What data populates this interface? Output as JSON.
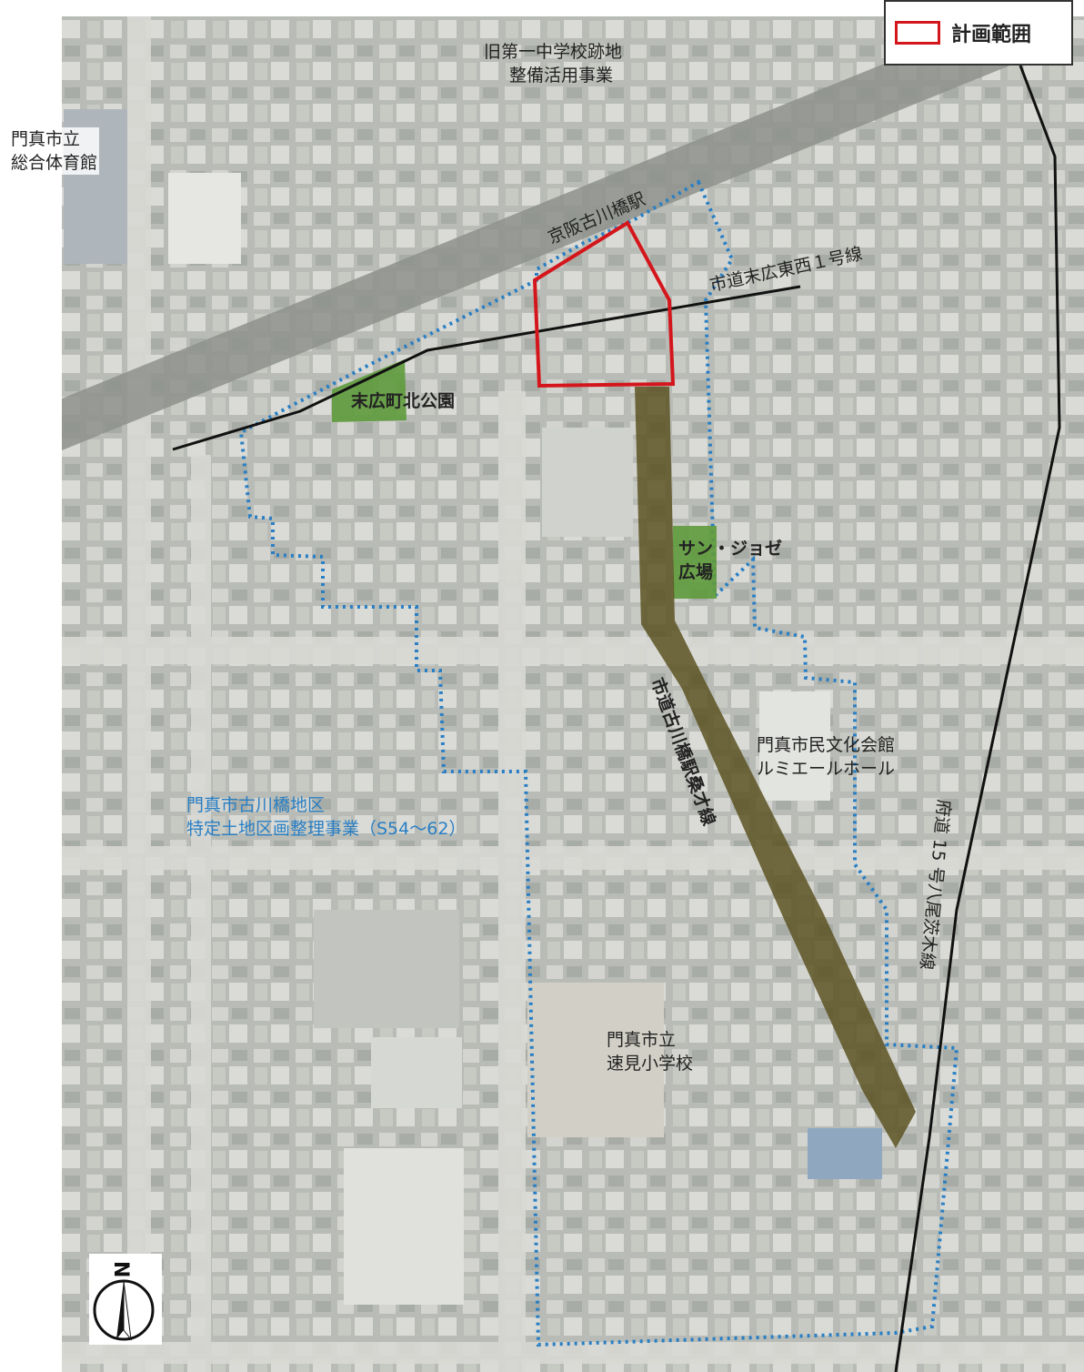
{
  "legend": {
    "label": "計画範囲",
    "color": "#d4161c"
  },
  "labels": {
    "gym": [
      "門真市立",
      "総合体育館"
    ],
    "school_site": [
      "旧第一中学校跡地",
      "整備活用事業"
    ],
    "station": "京阪古川橋駅",
    "road_suehiro": "市道末広東西１号線",
    "park": "末広町北公園",
    "plaza": [
      "サン・ジョゼ",
      "広場"
    ],
    "road_kuwasai": "市道古川橋駅桑才線",
    "cultural_hall": [
      "門真市民文化会館",
      "ルミエールホール"
    ],
    "land_readjustment": [
      "門真市古川橋地区",
      "特定土地区画整理事業（S54～62）"
    ],
    "prefectural_road": "府道 15 号八尾茨木線",
    "elementary": [
      "門真市立",
      "速見小学校"
    ],
    "north_letter": "N"
  },
  "colors": {
    "plan_boundary": "#d4161c",
    "project_boundary": "#2a7fc4",
    "road_corridor": "#5c5222",
    "park_green": "#5e9a3c",
    "roads": "#111111"
  }
}
